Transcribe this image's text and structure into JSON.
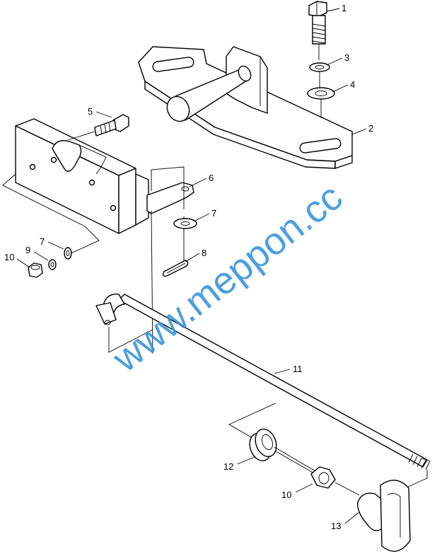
{
  "watermark": "www.meppon.cc",
  "callouts": {
    "c1": "1",
    "c2": "2",
    "c3": "3",
    "c4": "4",
    "c5": "5",
    "c6": "6",
    "c7a": "7",
    "c7b": "7",
    "c8": "8",
    "c9": "9",
    "c10a": "10",
    "c10b": "10",
    "c11": "11",
    "c12": "12",
    "c13": "13"
  },
  "colors": {
    "line": "#000000",
    "watermark": "#2f8fd8"
  }
}
